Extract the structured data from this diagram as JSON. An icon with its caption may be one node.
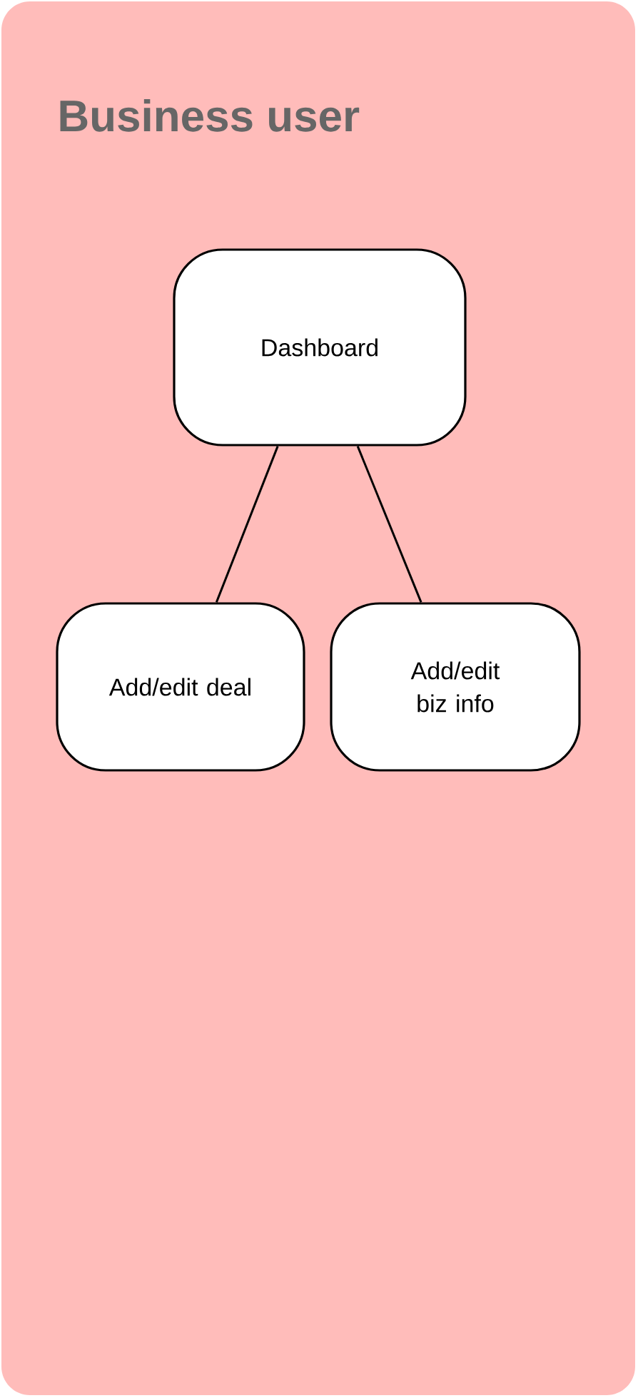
{
  "diagram": {
    "nodes": [
      {
        "text": [
          "Business user"
        ]
      },
      {
        "text": [
          "Dashboard"
        ],
        "in": 0
      },
      {
        "text": [
          "Add/edit deal"
        ],
        "in": 0
      },
      {
        "text": [
          "Add/edit biz info"
        ],
        "in": 0
      }
    ],
    "edges": [
      {
        "from": 1,
        "to": 2,
        "arrow": "none"
      },
      {
        "from": 1,
        "to": 3,
        "arrow": "none"
      }
    ]
  }
}
